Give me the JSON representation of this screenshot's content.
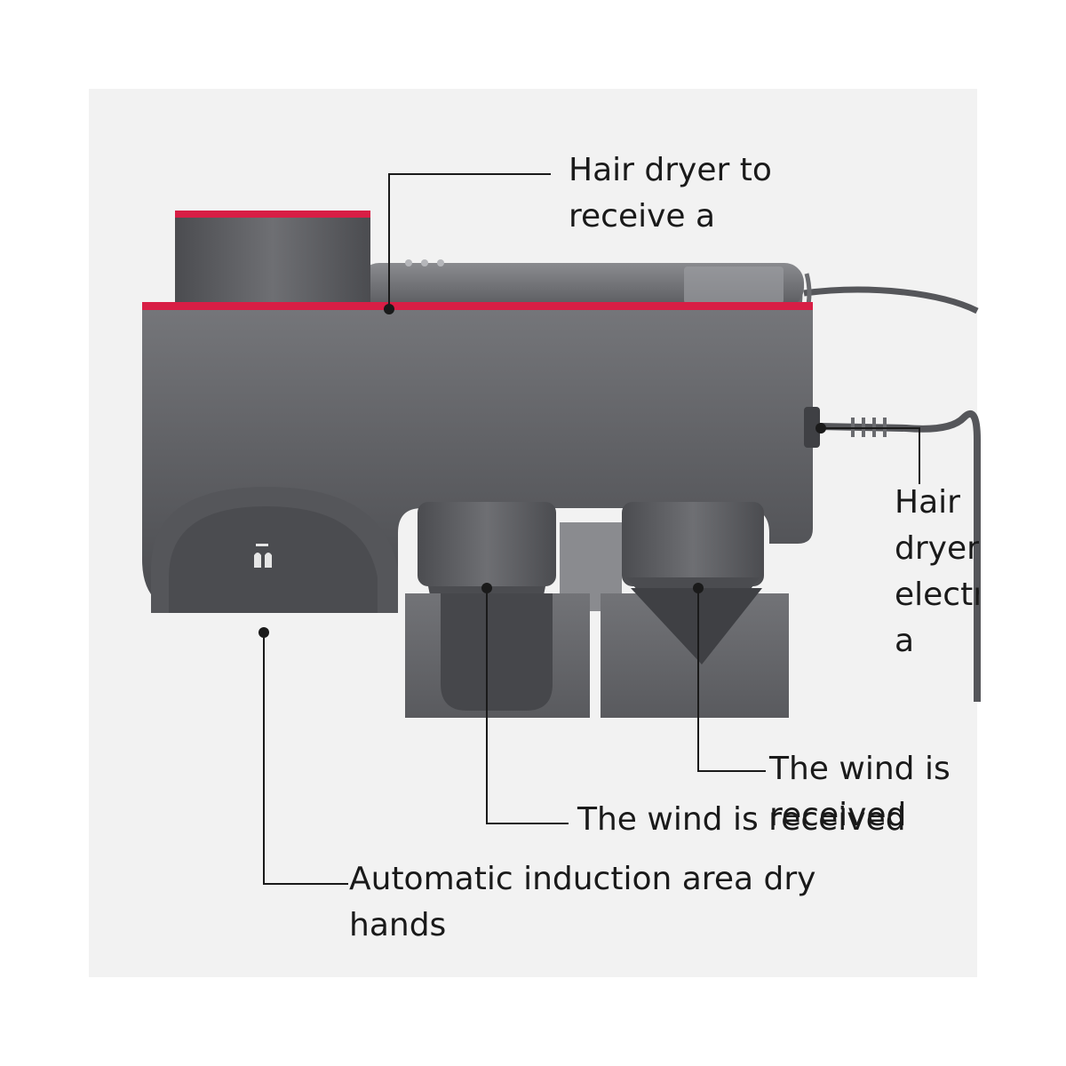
{
  "labels": {
    "hair_dryer_receive": "Hair dryer to receive a",
    "hair_dryer_electricity": "Hair dryer electricity a",
    "wind_received_right": "The wind is received",
    "wind_received_left": "The wind is received",
    "auto_induction": "Automatic induction area dry hands"
  },
  "colors": {
    "body": "#5e5f63",
    "accent": "#d81e45",
    "dark": "#3f4044",
    "cable": "#505155"
  }
}
